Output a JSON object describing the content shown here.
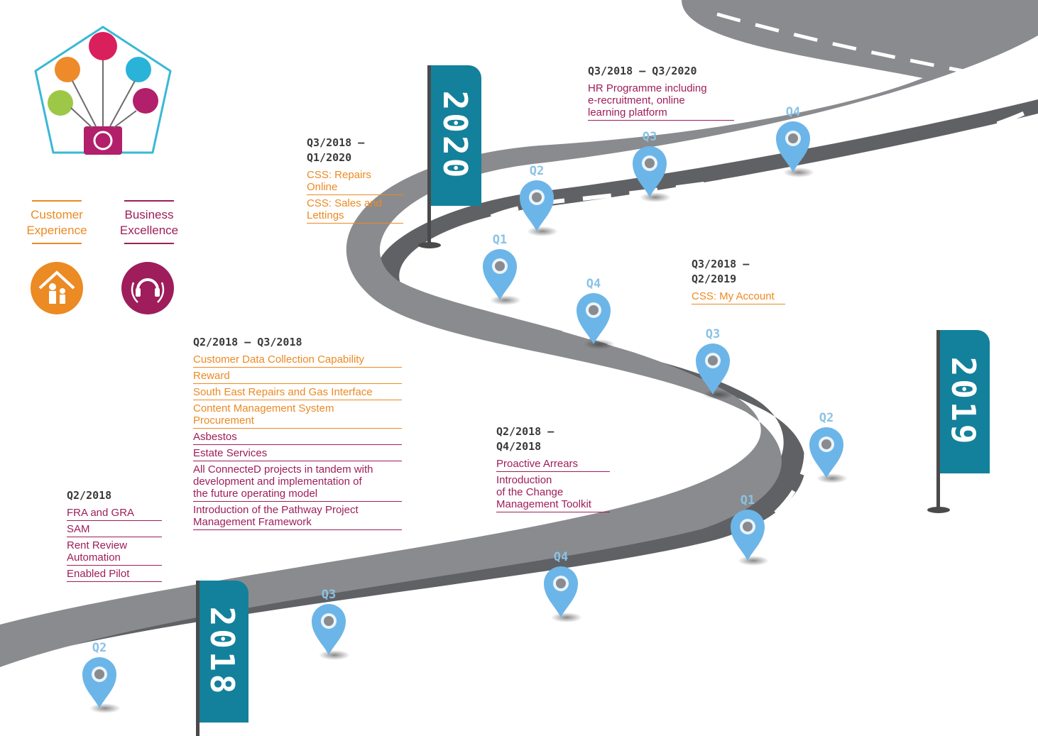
{
  "legend": {
    "customer_experience": "Customer\nExperience",
    "business_excellence": "Business\nExcellence"
  },
  "flags": {
    "y2018": "2018",
    "y2019": "2019",
    "y2020": "2020"
  },
  "milestones": [
    {
      "label": "Q2"
    },
    {
      "label": "Q3"
    },
    {
      "label": "Q4"
    },
    {
      "label": "Q1"
    },
    {
      "label": "Q2"
    },
    {
      "label": "Q3"
    },
    {
      "label": "Q4"
    },
    {
      "label": "Q1"
    },
    {
      "label": "Q2"
    },
    {
      "label": "Q3"
    },
    {
      "label": "Q4"
    }
  ],
  "blocks": {
    "b1": {
      "title": "Q2/2018",
      "items": [
        "FRA and GRA",
        "SAM",
        "Rent Review\nAutomation",
        "Enabled Pilot"
      ]
    },
    "b2": {
      "title": "Q2/2018 – Q3/2018",
      "items": [
        "Customer Data Collection Capability",
        "Reward",
        "South East Repairs and Gas Interface",
        "Content Management System\nProcurement",
        "Asbestos",
        "Estate Services",
        "All ConnecteD projects in tandem with\ndevelopment and implementation of\nthe future operating model",
        "Introduction of the Pathway Project\nManagement Framework"
      ]
    },
    "b3": {
      "title": "Q2/2018 –\nQ4/2018",
      "items": [
        "Proactive Arrears",
        "Introduction\nof the Change\nManagement Toolkit"
      ]
    },
    "b4": {
      "title": "Q3/2018 –\nQ1/2020",
      "items": [
        "CSS: Repairs\nOnline",
        "CSS: Sales and\nLettings"
      ]
    },
    "b5": {
      "title": "Q3/2018 –\nQ2/2019",
      "items": [
        "CSS: My Account"
      ]
    },
    "b6": {
      "title": "Q3/2018 – Q3/2020",
      "items": [
        "HR Programme including\ne-recruitment, online\nlearning platform"
      ]
    }
  },
  "colors": {
    "road": "#8a8b8e",
    "road_side": "#606164",
    "flag": "#13819b",
    "pin": "#6cb5e8",
    "orange": "#ec8a23",
    "magenta": "#9e1d5a"
  }
}
